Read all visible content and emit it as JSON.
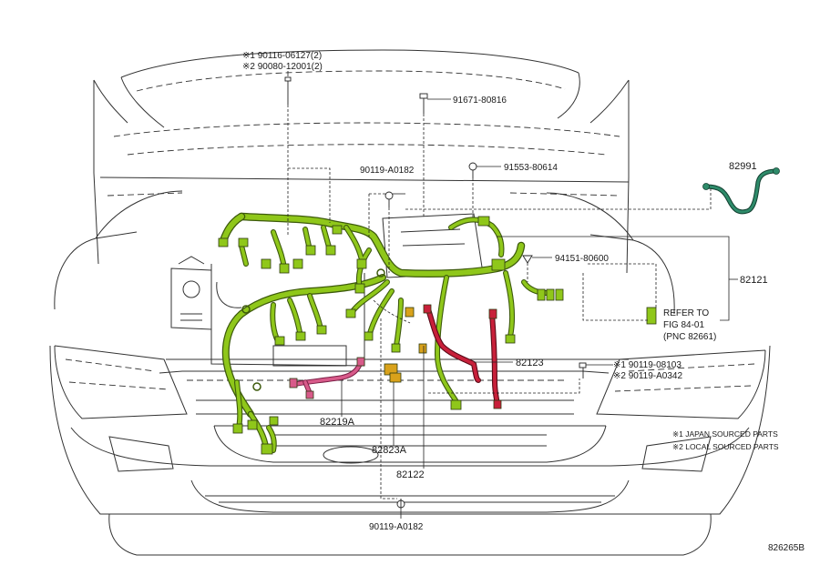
{
  "colors": {
    "harness_main": "#8fc71a",
    "harness_outline": "#3d5a0c",
    "harness_red": "#c8203a",
    "harness_pink": "#d85a8a",
    "harness_teal": "#2e8b6a",
    "connector_orange": "#d9a21b",
    "line": "#333333"
  },
  "labels": {
    "ref1_line1": "※1 90116-06127(2)",
    "ref1_line2": "※2 90080-12001(2)",
    "p91671": "91671-80816",
    "p90119_top": "90119-A0182",
    "p91553": "91553-80614",
    "p82991": "82991",
    "p94151": "94151-80600",
    "p82121": "82121",
    "refer_line1": "REFER TO",
    "refer_line2": "FIG 84-01",
    "refer_line3": "(PNC 82661)",
    "p82123": "82123",
    "ref2_line1": "※1 90119-08103",
    "ref2_line2": "※2 90119-A0342",
    "p82219A": "82219A",
    "p82823A": "82823A",
    "p82122": "82122",
    "p90119_bottom": "90119-A0182",
    "legend1": "※1  JAPAN SOURCED PARTS",
    "legend2": "※2  LOCAL SOURCED PARTS",
    "figure_code": "826265B"
  },
  "icons": [
    "bolt-icon",
    "clip-icon",
    "grommet-icon",
    "connector-icon"
  ]
}
